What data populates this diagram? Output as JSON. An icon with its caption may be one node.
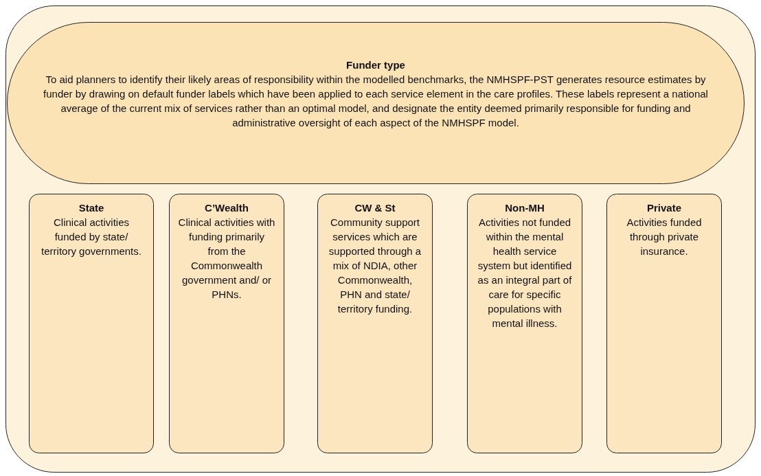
{
  "diagram": {
    "nodes": [
      {
        "text": [],
        "shape": "box"
      },
      {
        "text": [
          "Funder type",
          "To aid planners to identify their likely areas of responsibility within the modelled benchmarks, the NMHSPF-PST generates resource estimates by funder by drawing on default funder labels which have been applied to each service element in the care profiles. These labels represent a national average of the current mix of services rather than an optimal model, and designate the entity deemed primarily responsible for funding and administrative oversight of each aspect of the NMHSPF model."
        ],
        "in": 0
      },
      {
        "text": [
          "State",
          "Clinical activities funded by state/ territory governments."
        ],
        "in": 0
      },
      {
        "text": [
          "C’Wealth",
          "Clinical activities with funding primarily from the Commonwealth government and/ or PHNs."
        ],
        "in": 0
      },
      {
        "text": [
          "CW & St",
          "Community support services which are supported through a mix of NDIA, other Commonwealth, PHN and state/ territory funding."
        ],
        "in": 0
      },
      {
        "text": [
          "Non-MH",
          "Activities not funded within the mental health service system but identified as an integral part of care for specific populations with mental illness."
        ],
        "in": 0
      },
      {
        "text": [
          "Private",
          "Activities funded through private insurance."
        ],
        "in": 0
      }
    ]
  }
}
